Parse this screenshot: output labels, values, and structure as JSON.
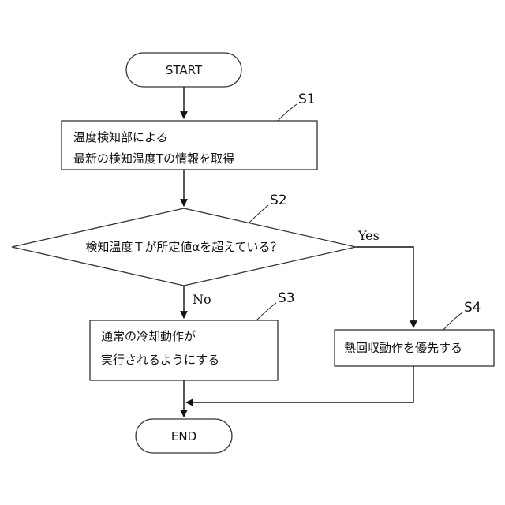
{
  "nodes": {
    "start": "START",
    "s1": {
      "step": "S1",
      "line1": "温度検知部による",
      "line2": "最新の検知温度Tの情報を取得"
    },
    "s2": {
      "step": "S2",
      "text": "検知温度Ｔが所定値αを超えている？"
    },
    "s3": {
      "step": "S3",
      "line1": "通常の冷却動作が",
      "line2": "実行されるようにする"
    },
    "s4": {
      "step": "S4",
      "text": "熱回収動作を優先する"
    },
    "end": "END"
  },
  "branches": {
    "yes": "Yes",
    "no": "No"
  }
}
